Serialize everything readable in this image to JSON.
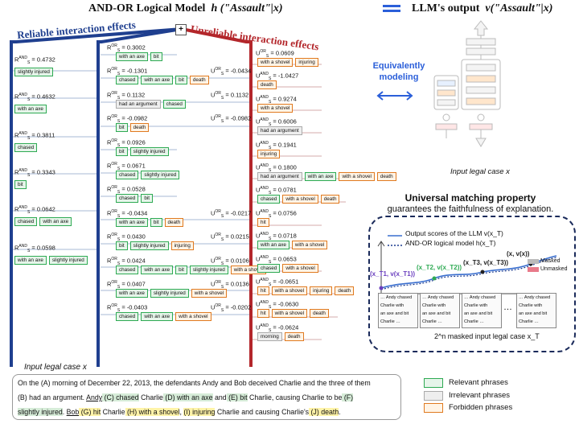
{
  "header": {
    "title_left": "AND-OR Logical Model",
    "title_left_math": "h (\"Assault\"|x)",
    "title_right": "LLM's output",
    "title_right_math": "v(\"Assault\"|x)"
  },
  "labels": {
    "reliable": "Reliable interaction effects",
    "unreliable": "Unreliable interaction effects",
    "plus": "+",
    "equivalently": "Equivalently",
    "modeling": "modeling",
    "input_case_model": "Input legal case x",
    "ump_title": "Universal matching property",
    "ump_sub": "guarantees the faithfulness of explanation.",
    "legend_llm": "Output scores of the LLM v(x_T)",
    "legend_andor": "AND-OR logical model h(x_T)",
    "pts": [
      "(x_T1, v(x_T1))",
      "(x_T2, v(x_T2))",
      "(x_T3, v(x_T3))",
      "(x, v(x))"
    ],
    "masked": "Masked",
    "unmasked": "Unmasked",
    "masked_caption": "2^n masked input legal case x_T",
    "mini_cards": [
      [
        "… Andy chased",
        "Charlie with",
        "an axe and bit",
        "Charlie …"
      ],
      [
        "… Andy chased",
        "Charlie with",
        "an axe and bit",
        "Charlie …"
      ],
      [
        "… Andy chased",
        "Charlie with",
        "an axe and bit",
        "Charlie …"
      ],
      [
        "… Andy chased",
        "Charlie with",
        "an axe and bit",
        "Charlie …"
      ]
    ],
    "ellipsis": "…"
  },
  "col1": [
    {
      "score": "R_S^AND = 0.4732",
      "chips": [
        {
          "t": "slightly injured",
          "c": "g"
        }
      ]
    },
    {
      "score": "R_S^AND = 0.4632",
      "chips": [
        {
          "t": "with an axe",
          "c": "g"
        }
      ]
    },
    {
      "score": "R_S^AND = 0.3811",
      "chips": [
        {
          "t": "chased",
          "c": "g"
        }
      ]
    },
    {
      "score": "R_S^AND = 0.3343",
      "chips": [
        {
          "t": "bit",
          "c": "g"
        }
      ]
    },
    {
      "score": "R_S^AND = 0.0642",
      "chips": [
        {
          "t": "chased",
          "c": "g"
        },
        {
          "t": "with an axe",
          "c": "g"
        }
      ]
    },
    {
      "score": "R_S^AND = 0.0598",
      "chips": [
        {
          "t": "with an axe",
          "c": "g"
        },
        {
          "t": "slightly injured",
          "c": "g"
        }
      ]
    }
  ],
  "col2": [
    {
      "l": "R_S^OR = 0.3002",
      "r": "",
      "chips": [
        {
          "t": "with an axe",
          "c": "g"
        },
        {
          "t": "bit",
          "c": "g"
        }
      ]
    },
    {
      "l": "R_S^OR = -0.1301",
      "r": "U_S^OR = -0.0434",
      "chips": [
        {
          "t": "chased",
          "c": "g"
        },
        {
          "t": "with an axe",
          "c": "g"
        },
        {
          "t": "bit",
          "c": "g"
        },
        {
          "t": "death",
          "c": "o"
        }
      ]
    },
    {
      "l": "R_S^OR = 0.1132",
      "r": "U_S^OR = 0.1132",
      "chips": [
        {
          "t": "had an argument",
          "c": "n"
        },
        {
          "t": "chased",
          "c": "g"
        }
      ]
    },
    {
      "l": "R_S^OR = -0.0982",
      "r": "U_S^OR = -0.0982",
      "chips": [
        {
          "t": "bit",
          "c": "g"
        },
        {
          "t": "death",
          "c": "o"
        }
      ]
    },
    {
      "l": "R_S^OR = 0.0926",
      "r": "",
      "chips": [
        {
          "t": "bit",
          "c": "g"
        },
        {
          "t": "slightly injured",
          "c": "g"
        }
      ]
    },
    {
      "l": "R_S^OR = 0.0671",
      "r": "",
      "chips": [
        {
          "t": "chased",
          "c": "g"
        },
        {
          "t": "slightly injured",
          "c": "g"
        }
      ]
    },
    {
      "l": "R_S^OR = 0.0528",
      "r": "",
      "chips": [
        {
          "t": "chased",
          "c": "g"
        },
        {
          "t": "bit",
          "c": "g"
        }
      ]
    },
    {
      "l": "R_S^OR = -0.0434",
      "r": "U_S^OR = -0.0217",
      "chips": [
        {
          "t": "with an axe",
          "c": "g"
        },
        {
          "t": "bit",
          "c": "g"
        },
        {
          "t": "death",
          "c": "o"
        }
      ]
    },
    {
      "l": "R_S^OR = 0.0430",
      "r": "U_S^OR = 0.0215",
      "chips": [
        {
          "t": "bit",
          "c": "g"
        },
        {
          "t": "slightly injured",
          "c": "g"
        },
        {
          "t": "injuring",
          "c": "o"
        }
      ]
    },
    {
      "l": "R_S^OR = 0.0424",
      "r": "U_S^OR = 0.0106",
      "chips": [
        {
          "t": "chased",
          "c": "g"
        },
        {
          "t": "with an axe",
          "c": "g"
        },
        {
          "t": "bit",
          "c": "g"
        },
        {
          "t": "slightly injured",
          "c": "g"
        },
        {
          "t": "with a shovel",
          "c": "o"
        }
      ]
    },
    {
      "l": "R_S^OR = 0.0407",
      "r": "U_S^OR = 0.0136",
      "chips": [
        {
          "t": "with an axe",
          "c": "g"
        },
        {
          "t": "slightly injured",
          "c": "g"
        },
        {
          "t": "with a shovel",
          "c": "o"
        }
      ]
    },
    {
      "l": "R_S^OR = -0.0403",
      "r": "U_S^OR = -0.0202",
      "chips": [
        {
          "t": "chased",
          "c": "g"
        },
        {
          "t": "with an axe",
          "c": "g"
        },
        {
          "t": "with a shovel",
          "c": "o"
        }
      ]
    }
  ],
  "col3": [
    {
      "score": "U_S^OR = 0.0609",
      "chips": [
        {
          "t": "with a shovel",
          "c": "o"
        },
        {
          "t": "injuring",
          "c": "o"
        }
      ]
    },
    {
      "score": "U_S^AND = -1.0427",
      "chips": [
        {
          "t": "death",
          "c": "o"
        }
      ]
    },
    {
      "score": "U_S^AND = 0.9274",
      "chips": [
        {
          "t": "with a shovel",
          "c": "o"
        }
      ]
    },
    {
      "score": "U_S^AND = 0.6006",
      "chips": [
        {
          "t": "had an argument",
          "c": "n"
        }
      ]
    },
    {
      "score": "U_S^AND = 0.1941",
      "chips": [
        {
          "t": "injuring",
          "c": "o"
        }
      ]
    },
    {
      "score": "U_S^AND = 0.1800",
      "chips": [
        {
          "t": "had an argument",
          "c": "n"
        },
        {
          "t": "with an axe",
          "c": "g"
        },
        {
          "t": "with a shovel",
          "c": "o"
        },
        {
          "t": "death",
          "c": "o"
        }
      ]
    },
    {
      "score": "U_S^AND = 0.0781",
      "chips": [
        {
          "t": "chased",
          "c": "g"
        },
        {
          "t": "with a shovel",
          "c": "o"
        },
        {
          "t": "death",
          "c": "o"
        }
      ]
    },
    {
      "score": "U_S^AND = 0.0756",
      "chips": [
        {
          "t": "hit",
          "c": "o"
        }
      ]
    },
    {
      "score": "U_S^AND = 0.0718",
      "chips": [
        {
          "t": "with an axe",
          "c": "g"
        },
        {
          "t": "with a shovel",
          "c": "o"
        }
      ]
    },
    {
      "score": "U_S^AND = 0.0653",
      "chips": [
        {
          "t": "chased",
          "c": "g"
        },
        {
          "t": "with a shovel",
          "c": "o"
        }
      ]
    },
    {
      "score": "U_S^AND = -0.0651",
      "chips": [
        {
          "t": "hit",
          "c": "o"
        },
        {
          "t": "with a shovel",
          "c": "o"
        },
        {
          "t": "injuring",
          "c": "o"
        },
        {
          "t": "death",
          "c": "o"
        }
      ]
    },
    {
      "score": "U_S^AND = -0.0630",
      "chips": [
        {
          "t": "hit",
          "c": "o"
        },
        {
          "t": "with a shovel",
          "c": "o"
        },
        {
          "t": "death",
          "c": "o"
        }
      ]
    },
    {
      "score": "U_S^AND = -0.0624",
      "chips": [
        {
          "t": "morning",
          "c": "n"
        },
        {
          "t": "death",
          "c": "o"
        }
      ]
    }
  ],
  "case": {
    "title": "Input legal case x",
    "l1": "On the (A) morning of December 22, 2013, the defendants Andy and Bob deceived Charlie and the three of them",
    "l2a": "(B) had an argument. ",
    "l2b": "Andy",
    "l2c": " (C) chased",
    "l2d": " Charlie",
    "l2e": " (D) with an axe",
    "l2f": " and",
    "l2g": " (E) bit",
    "l2h": " Charlie, causing Charlie to be",
    "l2i": " (F)",
    "l3a": "slightly injured",
    "l3b": ". ",
    "l3c": "Bob",
    "l3d": " (G) hit",
    "l3e": " Charlie",
    "l3f": " (H) with a shovel",
    "l3g": ", ",
    "l3h": "(I) injuring",
    "l3i": " Charlie and causing Charlie's",
    "l3j": " (J) death",
    "l3k": "."
  },
  "legend": {
    "relevant": "Relevant phrases",
    "irrelevant": "Irrelevant phrases",
    "forbidden": "Forbidden phrases"
  },
  "colors": {
    "reliable": "#1f3f8f",
    "unreliable": "#b3262b",
    "green": "#2eaa53",
    "orange": "#e07a20",
    "gray": "#aaaaaa",
    "equiv": "#2b5fd9"
  }
}
